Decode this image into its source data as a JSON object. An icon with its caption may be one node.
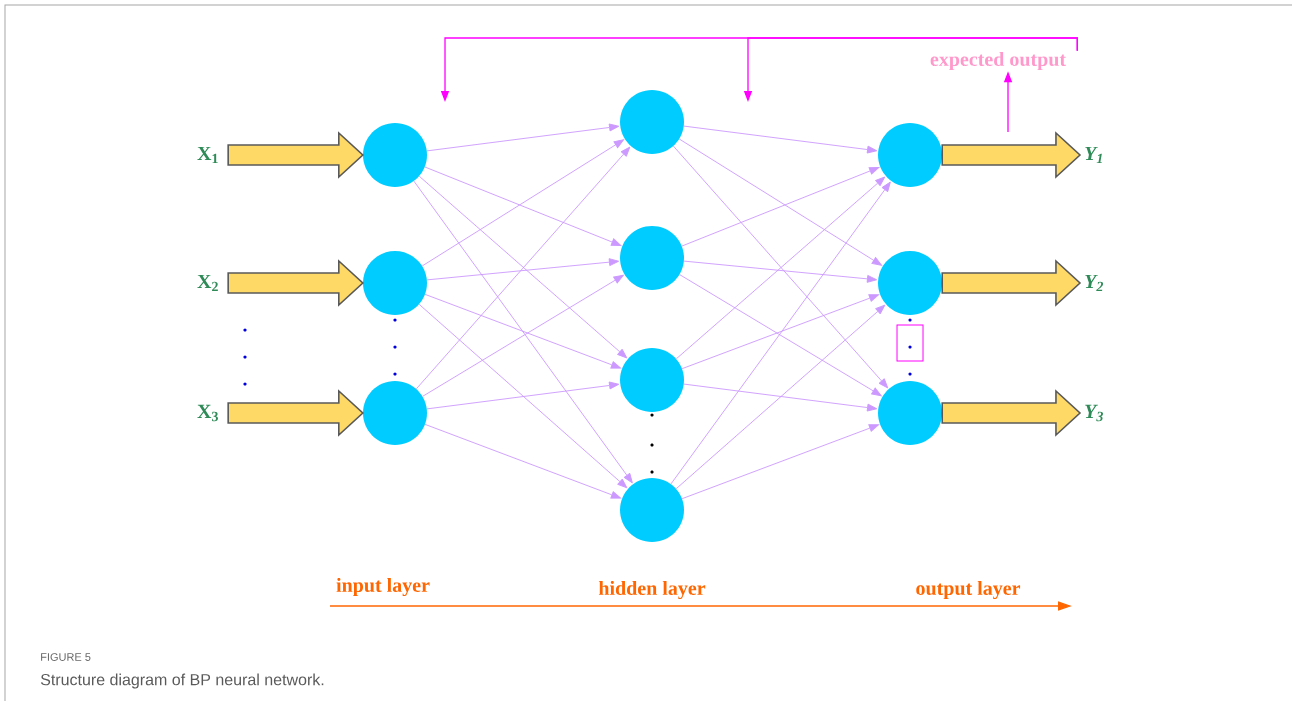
{
  "diagram": {
    "caption": "Structure diagram of BP neural network.",
    "nodes": [
      {
        "text": [
          "X$_{1}$"
        ]
      },
      {
        "text": [
          "X$_{2}$"
        ]
      },
      {
        "text": [
          "X$_{3}$"
        ]
      },
      {
        "text": [],
        "shape": "circle"
      },
      {
        "text": [],
        "shape": "circle"
      },
      {
        "text": [],
        "shape": "circle"
      },
      {
        "text": [],
        "shape": "circle"
      },
      {
        "text": [],
        "shape": "circle"
      },
      {
        "text": [],
        "shape": "circle"
      },
      {
        "text": [],
        "shape": "circle"
      },
      {
        "text": [],
        "shape": "circle"
      },
      {
        "text": [],
        "shape": "circle"
      },
      {
        "text": [],
        "shape": "circle"
      },
      {
        "text": [
          "Y$_{1}$"
        ]
      },
      {
        "text": [
          "Y$_{2}$"
        ]
      },
      {
        "text": [
          "Y$_{3}$"
        ]
      },
      {
        "text": [
          "expected output"
        ]
      }
    ],
    "edges": [
      {
        "from": 0,
        "to": 3,
        "arrow": "to",
        "style": "thick",
        "color": "#ffd966"
      },
      {
        "from": 1,
        "to": 4,
        "arrow": "to",
        "style": "thick",
        "color": "#ffd966"
      },
      {
        "from": 2,
        "to": 5,
        "arrow": "to",
        "style": "thick",
        "color": "#ffd966"
      },
      {
        "from": 3,
        "to": 6,
        "arrow": "to"
      },
      {
        "from": 3,
        "to": 7,
        "arrow": "to"
      },
      {
        "from": 3,
        "to": 8,
        "arrow": "to"
      },
      {
        "from": 3,
        "to": 9,
        "arrow": "to"
      },
      {
        "from": 4,
        "to": 6,
        "arrow": "to"
      },
      {
        "from": 4,
        "to": 7,
        "arrow": "to"
      },
      {
        "from": 4,
        "to": 8,
        "arrow": "to"
      },
      {
        "from": 4,
        "to": 9,
        "arrow": "to"
      },
      {
        "from": 5,
        "to": 6,
        "arrow": "to"
      },
      {
        "from": 5,
        "to": 7,
        "arrow": "to"
      },
      {
        "from": 5,
        "to": 8,
        "arrow": "to"
      },
      {
        "from": 5,
        "to": 9,
        "arrow": "to"
      },
      {
        "from": 6,
        "to": 10,
        "arrow": "to"
      },
      {
        "from": 6,
        "to": 11,
        "arrow": "to"
      },
      {
        "from": 6,
        "to": 12,
        "arrow": "to"
      },
      {
        "from": 7,
        "to": 10,
        "arrow": "to"
      },
      {
        "from": 7,
        "to": 11,
        "arrow": "to"
      },
      {
        "from": 7,
        "to": 12,
        "arrow": "to"
      },
      {
        "from": 8,
        "to": 10,
        "arrow": "to"
      },
      {
        "from": 8,
        "to": 11,
        "arrow": "to"
      },
      {
        "from": 8,
        "to": 12,
        "arrow": "to"
      },
      {
        "from": 9,
        "to": 10,
        "arrow": "to"
      },
      {
        "from": 9,
        "to": 11,
        "arrow": "to"
      },
      {
        "from": 9,
        "to": 12,
        "arrow": "to"
      },
      {
        "from": 10,
        "to": 13,
        "arrow": "to",
        "style": "thick",
        "color": "#ffd966"
      },
      {
        "from": 11,
        "to": 14,
        "arrow": "to",
        "style": "thick",
        "color": "#ffd966"
      },
      {
        "from": 12,
        "to": 15,
        "arrow": "to",
        "style": "thick",
        "color": "#ffd966"
      },
      {
        "from": null,
        "to": 16,
        "arrow": "to",
        "color": "#ff00ff"
      },
      {
        "from": 16,
        "to": null,
        "arrow": "to",
        "color": "#ff00ff"
      },
      {
        "from": 16,
        "to": null,
        "arrow": "to",
        "color": "#ff00ff"
      }
    ],
    "labels": [
      "input layer",
      "hidden layer",
      "output layer",
      "FIGURE 5"
    ]
  }
}
